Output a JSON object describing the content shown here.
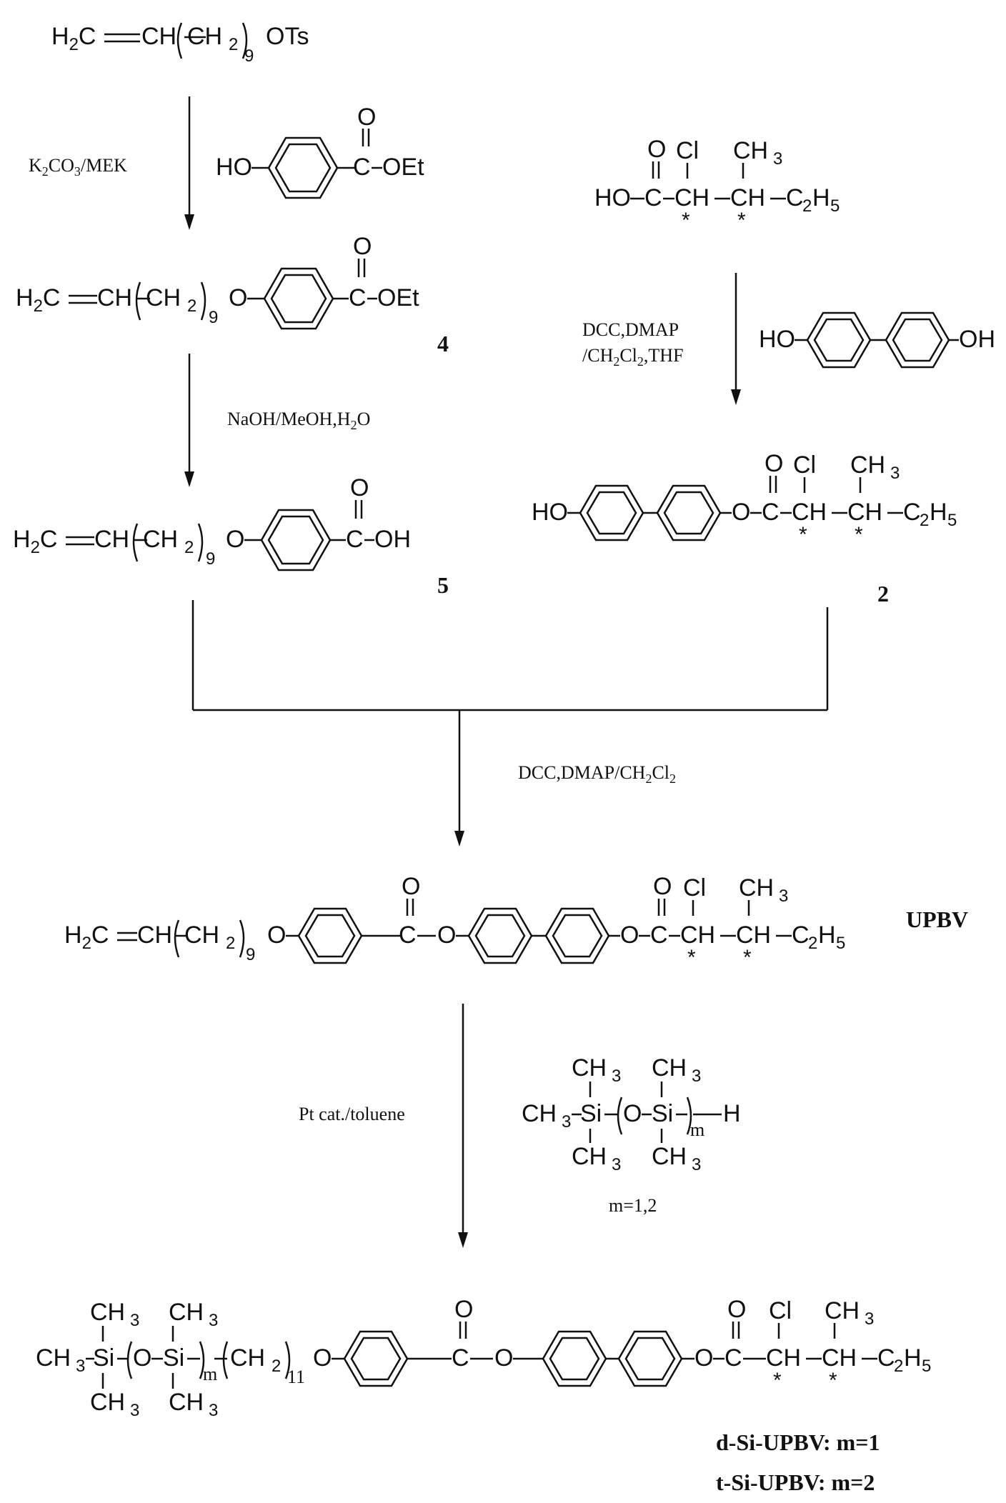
{
  "reagents": {
    "step1": "K2CO3/MEK",
    "step2": "NaOH/MeOH,H2O",
    "step3a": "DCC,DMAP",
    "step3b": "/CH2Cl2,THF",
    "step4": "DCC,DMAP/CH2Cl2",
    "step5": "Pt cat./toluene",
    "siloxane_m": "m=1,2"
  },
  "labels": {
    "c4": "4",
    "c5": "5",
    "c2": "2",
    "upbv": "UPBV",
    "dsi": "d-Si-UPBV: m=1",
    "tsi": "t-Si-UPBV: m=2"
  },
  "atoms": {
    "h2c": "H2C",
    "ch": "CH",
    "ch2": "CH2",
    "n9": "9",
    "n11": "11",
    "m": "m",
    "ots": "OTs",
    "o": "O",
    "oet": "OEt",
    "oh": "OH",
    "ho": "HO",
    "cl": "Cl",
    "ch3": "CH3",
    "c2h5": "C2H5",
    "si": "Si",
    "h": "H",
    "c": "C",
    "star": "*"
  }
}
